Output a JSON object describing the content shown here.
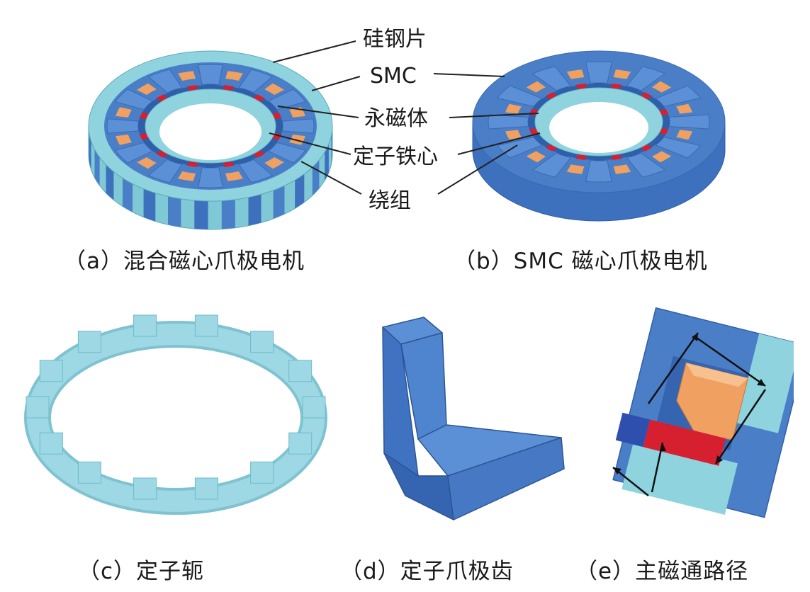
{
  "callouts": {
    "silicon_steel": "硅钢片",
    "smc": "SMC",
    "magnet": "永磁体",
    "stator_core": "定子铁心",
    "winding": "绕组"
  },
  "captions": {
    "a": "（a）混合磁心爪极电机",
    "b": "（b）SMC 磁心爪极电机",
    "c": "（c）定子轭",
    "d": "（d）定子爪极齿",
    "e": "（e）主磁通路径"
  },
  "colors": {
    "light_blue": "#8fd3df",
    "steel_blue": "#4a7fc8",
    "dark_blue": "#2f5fa8",
    "orange": "#f0a060",
    "red": "#d62030"
  }
}
